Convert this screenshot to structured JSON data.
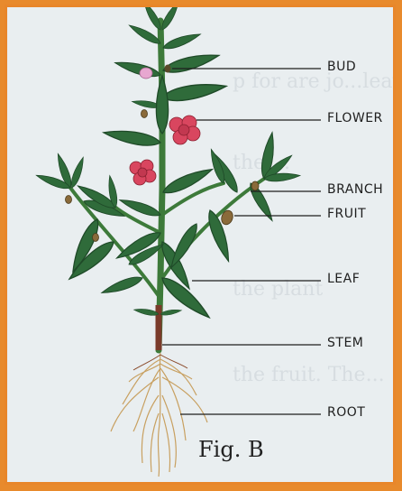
{
  "diagram": {
    "labels": {
      "bud": "BUD",
      "flower": "FLOWER",
      "branch": "BRANCH",
      "fruit": "FRUIT",
      "leaf": "LEAF",
      "stem": "STEM",
      "root": "ROOT"
    },
    "caption": "Fig. B"
  },
  "colors": {
    "frame_border": "#e8862a",
    "background": "#e9eef0",
    "leaf_green": "#2f6b3a",
    "flower_pink": "#d9465f",
    "root_tan": "#c8a060"
  }
}
